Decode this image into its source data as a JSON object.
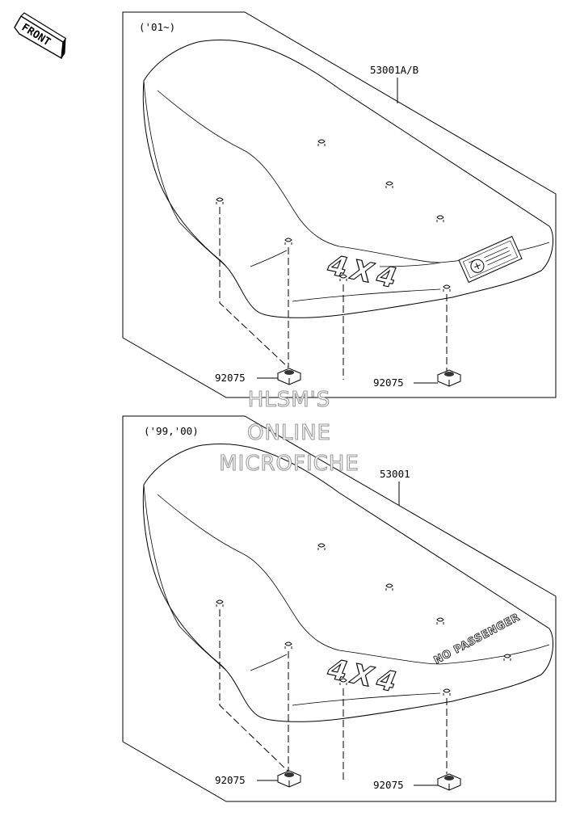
{
  "direction_badge": {
    "text": "FRONT"
  },
  "watermark": {
    "lines": [
      "HLSM'S",
      "ONLINE",
      "MICROFICHE"
    ],
    "color": "#9a9a9a"
  },
  "panels": [
    {
      "year_label": "('01~)",
      "seat_part_number": "53001A/B",
      "seat_graphic": "4X4",
      "seat_decal": "warning-label",
      "left_fastener_part_number": "92075",
      "right_fastener_part_number": "92075"
    },
    {
      "year_label": "('99,'00)",
      "seat_part_number": "53001",
      "seat_graphic": "4X4",
      "seat_decal_text": "NO PASSENGER",
      "left_fastener_part_number": "92075",
      "right_fastener_part_number": "92075"
    }
  ]
}
